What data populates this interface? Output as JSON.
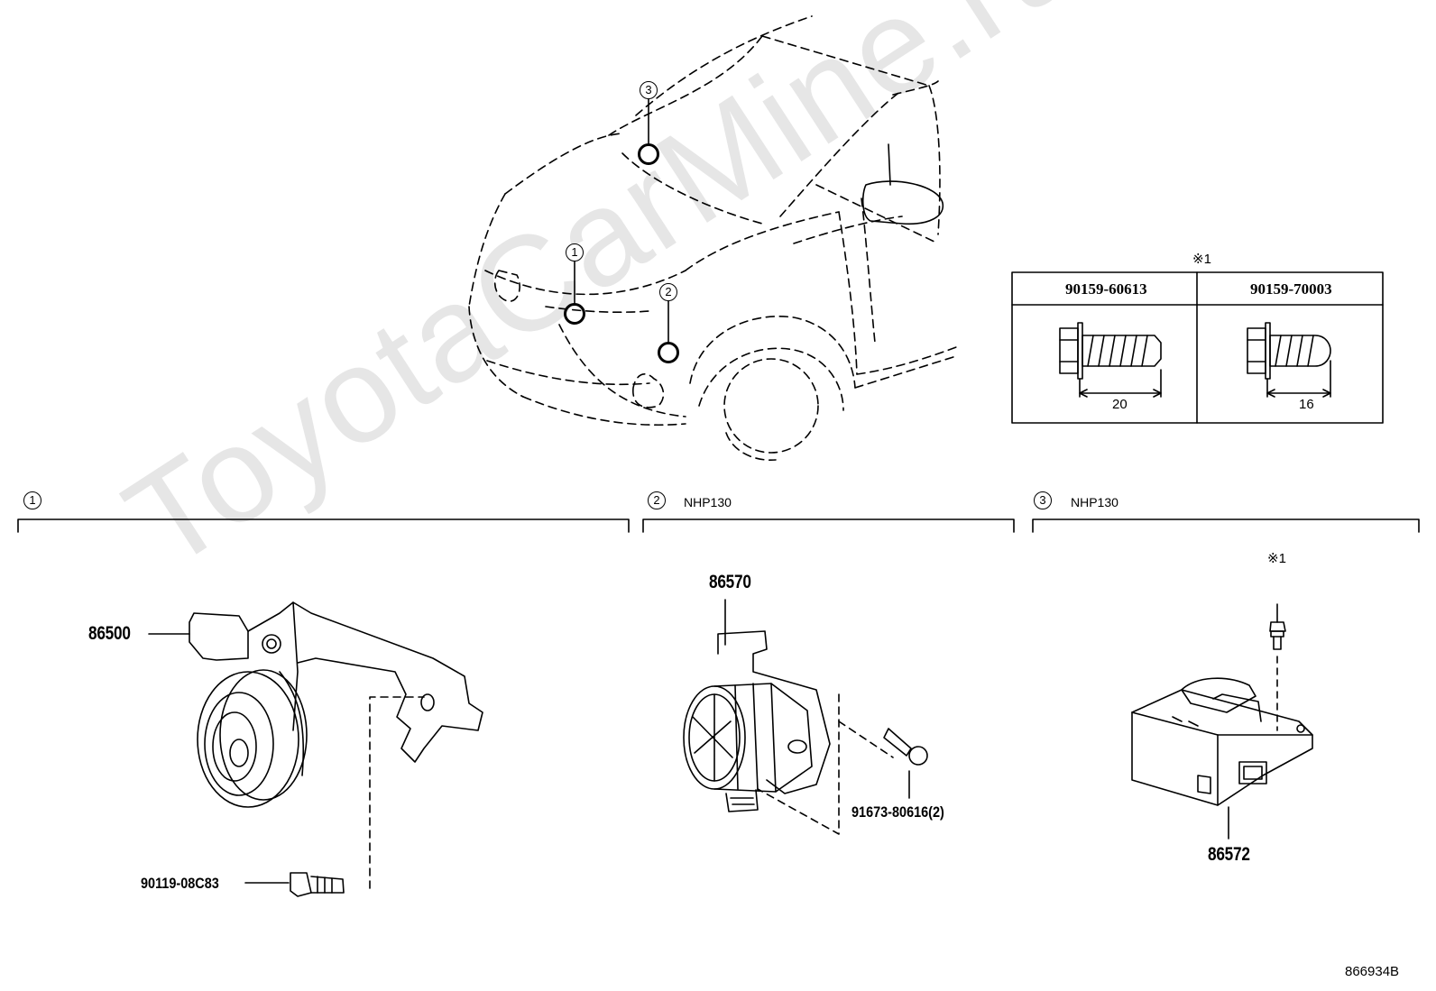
{
  "watermark": "ToyotaCarMine.ru",
  "overview": {
    "callouts": [
      "1",
      "2",
      "3"
    ]
  },
  "fastener_table": {
    "note": "※1",
    "columns": [
      {
        "part": "90159-60613",
        "length": "20"
      },
      {
        "part": "90159-70003",
        "length": "16"
      }
    ]
  },
  "sections": [
    {
      "number": "1",
      "model": ""
    },
    {
      "number": "2",
      "model": "NHP130"
    },
    {
      "number": "3",
      "model": "NHP130"
    }
  ],
  "parts": {
    "horn": "86500",
    "horn_bolt": "90119-08C83",
    "siren": "86570",
    "siren_bolt": "91673-80616(2)",
    "module": "86572",
    "module_bolt_note": "※1"
  },
  "diagram_id": "866934B"
}
